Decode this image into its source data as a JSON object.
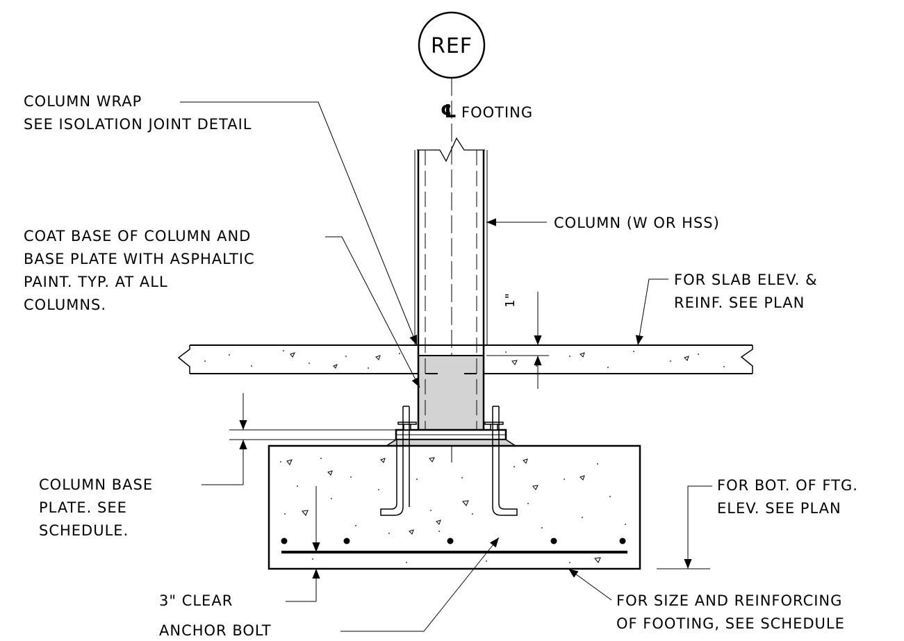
{
  "ref_bubble": {
    "label": "REF"
  },
  "centerline": {
    "symbol": "℄",
    "label": "FOOTING"
  },
  "notes": {
    "column_wrap": [
      "COLUMN WRAP",
      "SEE ISOLATION JOINT DETAIL"
    ],
    "column": [
      "COLUMN (W OR HSS)"
    ],
    "coat_base": [
      "COAT BASE OF COLUMN AND",
      "BASE PLATE WITH ASPHALTIC",
      "PAINT.  TYP. AT ALL",
      "COLUMNS."
    ],
    "slab_elev": [
      "FOR SLAB ELEV. &",
      "REINF. SEE PLAN"
    ],
    "slab_dim": "1\"",
    "base_plate": [
      "COLUMN BASE",
      "PLATE. SEE",
      "SCHEDULE."
    ],
    "ftg_elev": [
      "FOR BOT. OF FTG.",
      "ELEV. SEE PLAN"
    ],
    "clear": [
      "3\" CLEAR"
    ],
    "anchor_bolt": [
      "ANCHOR BOLT"
    ],
    "ftg_size": [
      "FOR SIZE AND REINFORCING",
      "OF FOOTING, SEE SCHEDULE"
    ]
  },
  "colors": {
    "line": "#000000",
    "shade": "#d3d3d3",
    "background": "#ffffff"
  }
}
